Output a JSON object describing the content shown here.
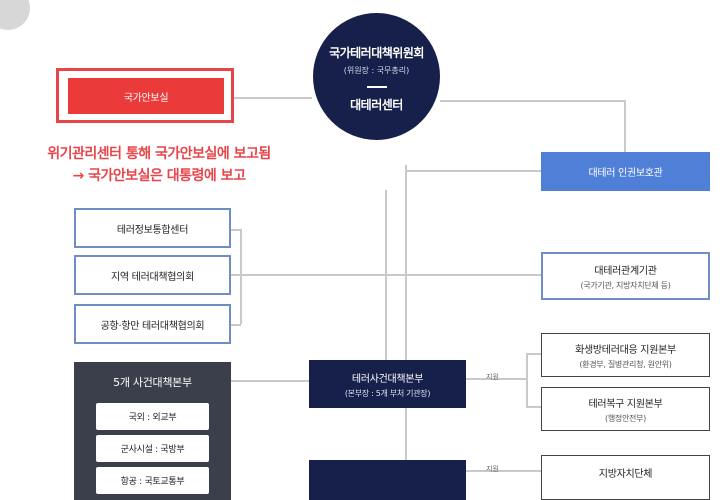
{
  "colors": {
    "navy": "#17204a",
    "red": "#ea3a3a",
    "blue": "#4f7fd6",
    "annotation_red": "#e8454a",
    "outline_blue": "#6f8fc4"
  },
  "top": {
    "committee_title": "국가테러대책위원회",
    "committee_chair": "(위원장 : 국무총리)",
    "center": "대테러센터"
  },
  "national_security": {
    "label": "국가안보실"
  },
  "annotation": {
    "line1": "위기관리센터 통해 국가안보실에 보고됨",
    "line2": "→ 국가안보실은 대통령에 보고"
  },
  "human_rights": {
    "label": "대테러 인권보호관"
  },
  "left_boxes": [
    {
      "label": "테러정보통합센터"
    },
    {
      "label": "지역 테러대책협의회"
    },
    {
      "label": "공항·항만 테러대책협의회"
    }
  ],
  "related_agencies": {
    "title": "대테러관계기관",
    "sub": "(국가기관, 지방자치단체 등)"
  },
  "incident_hq": {
    "title": "5개 사건대책본부",
    "items": [
      "국외 : 외교부",
      "군사시설 : 국방부",
      "항공 : 국토교통부"
    ]
  },
  "terror_incident_hq": {
    "title": "테러사건대책본부",
    "sub": "(본부장 : 5개 부처 기관장)"
  },
  "right_boxes": [
    {
      "title": "화생방테러대응 지원본부",
      "sub": "(환경부, 질병관리청, 원안위)"
    },
    {
      "title": "테러복구 지원본부",
      "sub": "(행정안전부)"
    },
    {
      "title": "지방자치단체",
      "sub": ""
    }
  ],
  "edge_labels": {
    "support1": "지원",
    "support2": "지원"
  }
}
